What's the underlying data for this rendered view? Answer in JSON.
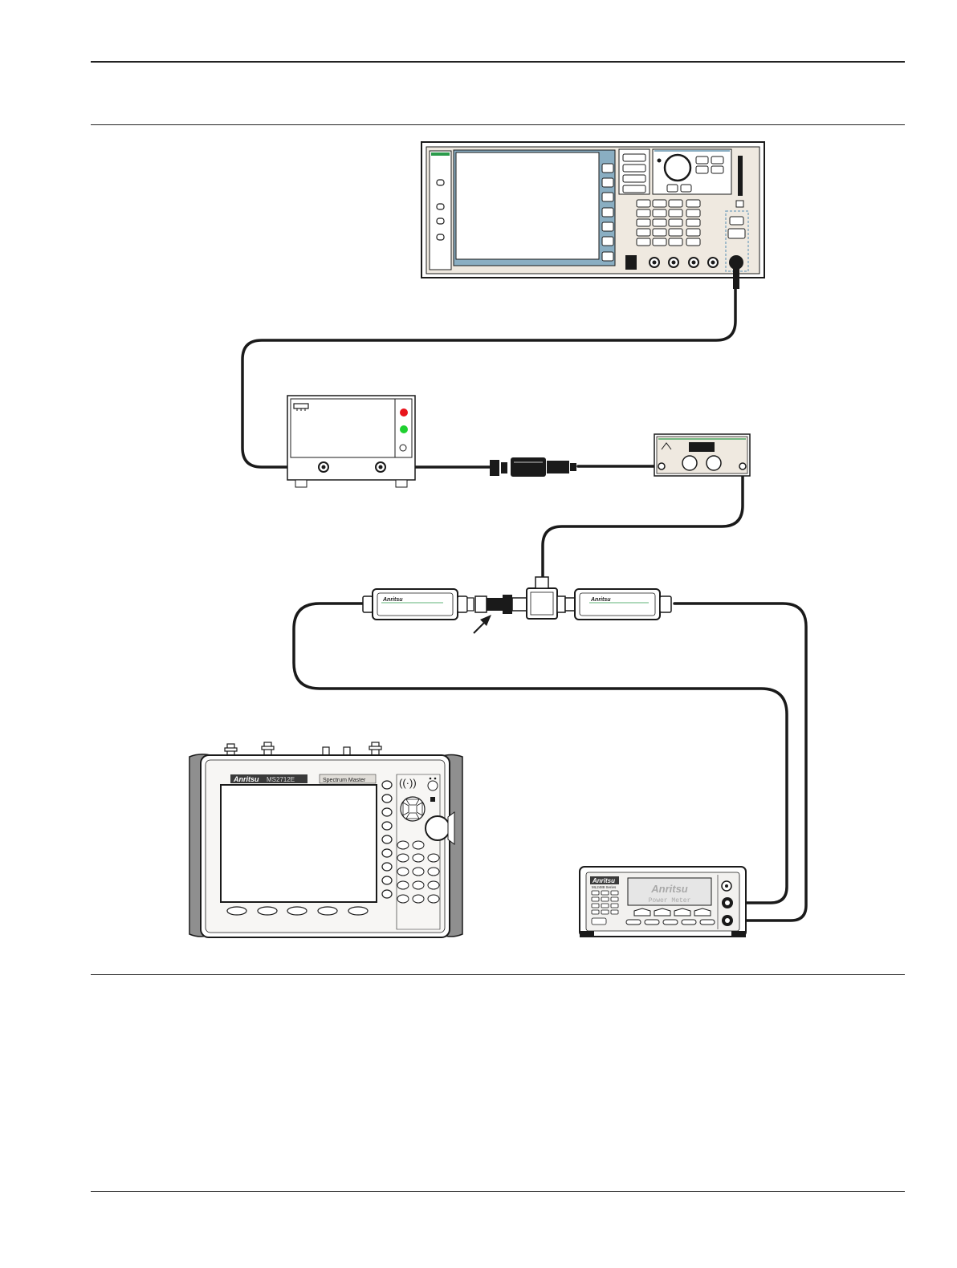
{
  "brand": {
    "name": "Anritsu",
    "analyzer_model": "MS2712E",
    "analyzer_series": "Spectrum Master",
    "power_meter_label": "Power Meter",
    "power_meter_small_label": "ML2488 Series"
  },
  "colors": {
    "line": "#1a1a1a",
    "panel_fill": "#efe9e0",
    "screen_border": "#8aaec2",
    "handheld_grip": "#8f8f8f",
    "led_red": "#e8141c",
    "led_green": "#1fd030",
    "accent_green": "#2a9a4a"
  },
  "icons": [
    "arrow-pointer-icon"
  ]
}
